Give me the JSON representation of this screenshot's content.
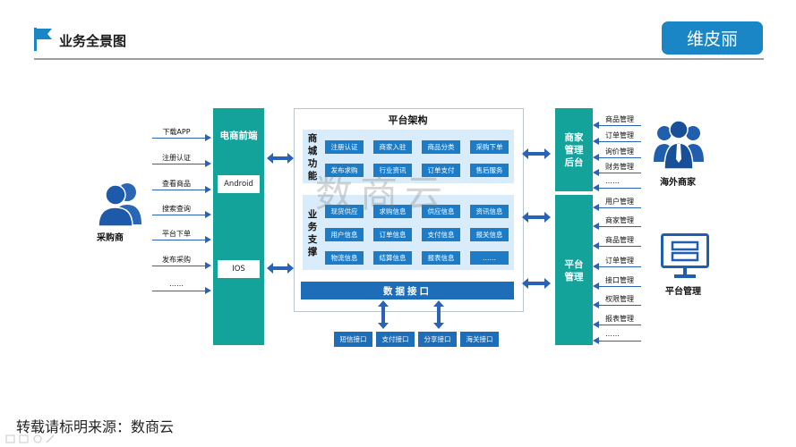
{
  "header": {
    "title": "业务全景图",
    "brand": "维皮丽"
  },
  "left": {
    "actor_label": "采购商",
    "inputs": [
      "下载APP",
      "注册认证",
      "查看商品",
      "搜索查询",
      "平台下单",
      "发布采购",
      "……"
    ]
  },
  "frontend": {
    "title": "电商前端",
    "android": "Android",
    "ios": "IOS"
  },
  "platform": {
    "title": "平台架构",
    "mall_label": "商城功能",
    "mall_cells": [
      "注册认证",
      "商家入驻",
      "商品分类",
      "采购下单",
      "发布求购",
      "行业资讯",
      "订单支付",
      "售后服务"
    ],
    "biz_label": "业务支撑",
    "biz_cells": [
      "现货供应",
      "求购信息",
      "供应信息",
      "资讯信息",
      "用户信息",
      "订单信息",
      "支付信息",
      "报关信息",
      "物流信息",
      "结算信息",
      "报表信息",
      "……"
    ],
    "data_interface": "数据接口",
    "interfaces": [
      "短信接口",
      "支付接口",
      "分享接口",
      "海关接口"
    ],
    "watermark": "数商云"
  },
  "merchant_admin": {
    "title": "商家管理后台",
    "actor_label": "海外商家",
    "items": [
      "商品管理",
      "订单管理",
      "询价管理",
      "财务管理",
      "……"
    ]
  },
  "platform_admin": {
    "title": "平台管理",
    "actor_label": "平台管理",
    "items": [
      "用户管理",
      "商家管理",
      "商品管理",
      "订单管理",
      "接口管理",
      "权限管理",
      "报表管理",
      "……"
    ]
  },
  "footer": {
    "source": "转载请标明来源：数商云"
  },
  "colors": {
    "green": "#14a39b",
    "blue": "#1d7cc7",
    "brand": "#1b86c6",
    "light": "#d9ecfb"
  }
}
